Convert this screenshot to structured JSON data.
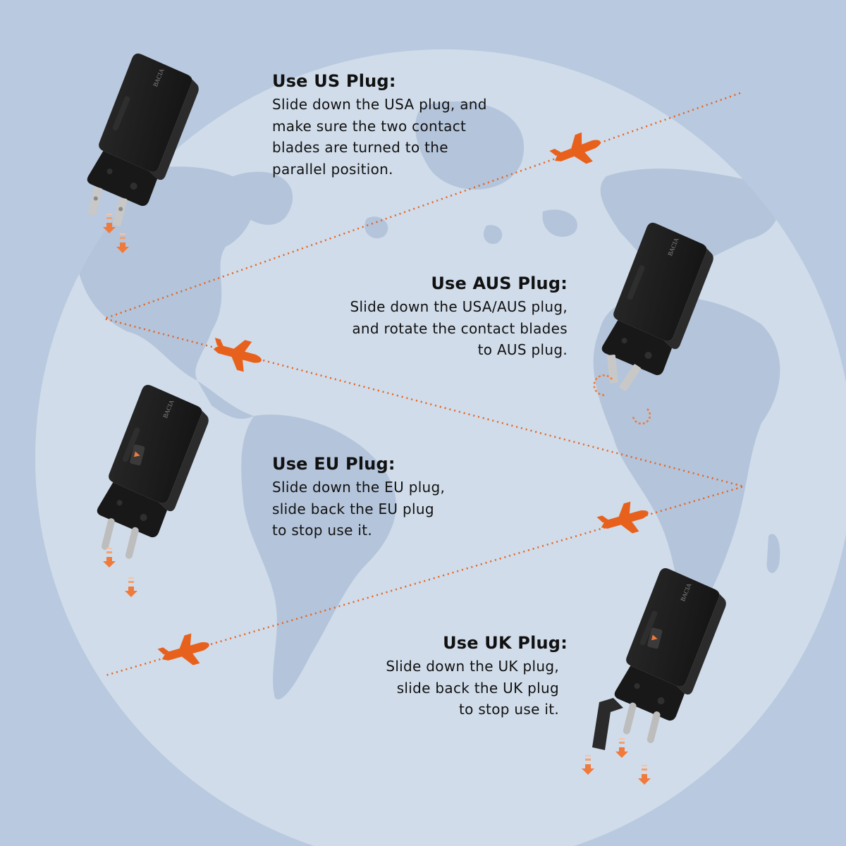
{
  "colors": {
    "background": "#b9c9df",
    "globe": "#d0dcea",
    "route": "#e8611c",
    "device": "#1c1c1c",
    "text": "#111111"
  },
  "steps": [
    {
      "title": "Use US Plug:",
      "text": "Slide down the USA plug, and\nmake sure the two contact\nblades are turned to the\nparallel position."
    },
    {
      "title": "Use AUS Plug:",
      "text": "Slide down the USA/AUS plug,\nand rotate the contact blades\nto AUS plug."
    },
    {
      "title": "Use EU Plug:",
      "text": "Slide down the EU plug,\nslide back the EU plug\nto stop use it."
    },
    {
      "title": "Use UK Plug:",
      "text": "Slide down the UK plug,\nslide back the UK plug\nto stop use it."
    }
  ],
  "icons": [
    "globe-icon",
    "airplane-icon",
    "plug-adapter-icon",
    "slide-arrow-icon"
  ]
}
